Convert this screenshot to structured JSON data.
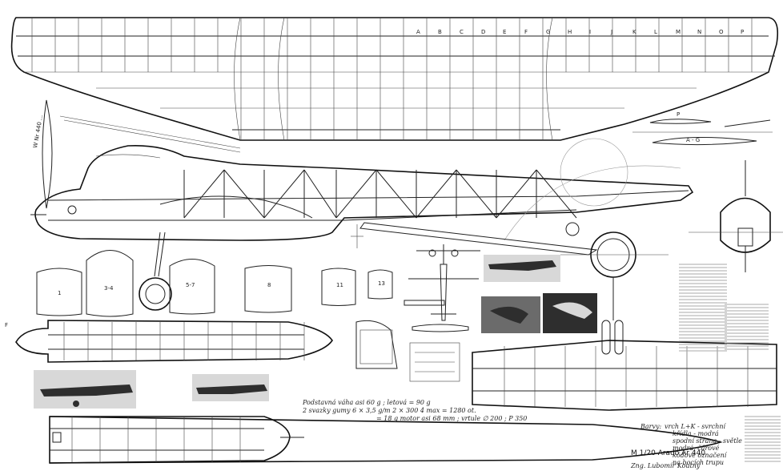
{
  "title_block": {
    "scale_title": "M 1/20 Arado Ar 440",
    "author": "Zng. Lubomír Koutný"
  },
  "wing_rib_letters": [
    "A",
    "B",
    "C",
    "D",
    "E",
    "F",
    "G",
    "H",
    "I",
    "J",
    "K",
    "L",
    "M",
    "N",
    "O",
    "P"
  ],
  "section_labels": {
    "fuselage_section_1": "1",
    "fuselage_section_2": "3-4",
    "fuselage_section_3": "5-7",
    "fuselage_section_4": "8",
    "fuselage_section_5": "11",
    "fuselage_section_6": "13",
    "airfoil_p": "P",
    "airfoil_ag": "A - G"
  },
  "notes": {
    "spec_line_1": "Podstavná váha asi 60 g ; letová = 90 g",
    "spec_line_2": "2 svazky  gumy  6 × 3,5 g/m   2 × 300   4 max = 1280 ot.",
    "spec_line_3": "= 18 g    motor asi 68 mm ; vrtule  ∅ 200  ;  P   350",
    "colors_heading": "Barvy:",
    "colors_text_1": "vrch L+K - svrchní",
    "colors_text_2": "křídla - modrá",
    "colors_text_3": "spodní strana - světle",
    "colors_text_4": "modrá, čárové",
    "colors_text_5": "kódové označení",
    "colors_text_6": "na bocích trupu"
  },
  "fuselage_mark": "W Nr 440 ...",
  "side_label": "F",
  "colors": {
    "ink": "#222222",
    "paper": "#ffffff",
    "photo_mid": "#6b6b6b",
    "photo_dark": "#2e2e2e"
  }
}
